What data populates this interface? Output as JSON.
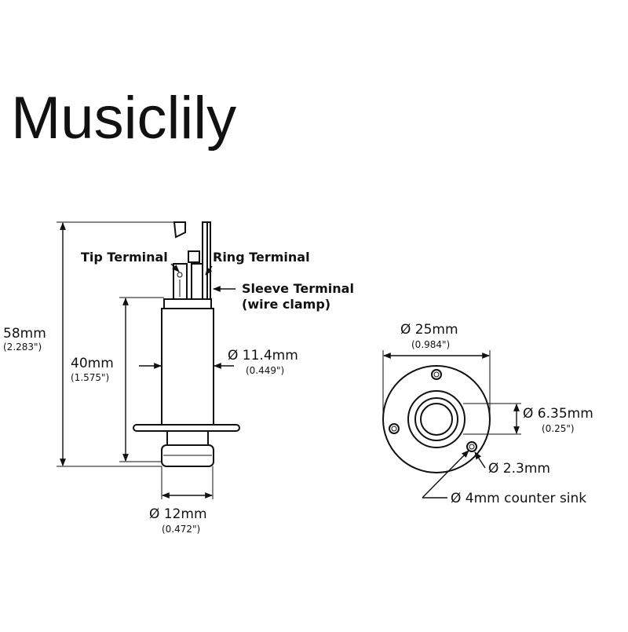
{
  "brand": "Musiclily",
  "side_view": {
    "tip_terminal": "Tip Terminal",
    "ring_terminal": "Ring Terminal",
    "sleeve_terminal_line1": "Sleeve Terminal",
    "sleeve_terminal_line2": "(wire clamp)",
    "total_length": "58mm",
    "total_length_in": "(2.283\")",
    "body_length": "40mm",
    "body_length_in": "(1.575\")",
    "body_diameter": "Ø 11.4mm",
    "body_diameter_in": "(0.449\")",
    "thread_diameter": "Ø 12mm",
    "thread_diameter_in": "(0.472\")"
  },
  "front_view": {
    "flange_diameter": "Ø 25mm",
    "flange_diameter_in": "(0.984\")",
    "jack_diameter": "Ø 6.35mm",
    "jack_diameter_in": "(0.25\")",
    "hole_diameter": "Ø 2.3mm",
    "counter_sink": "Ø 4mm counter sink"
  }
}
